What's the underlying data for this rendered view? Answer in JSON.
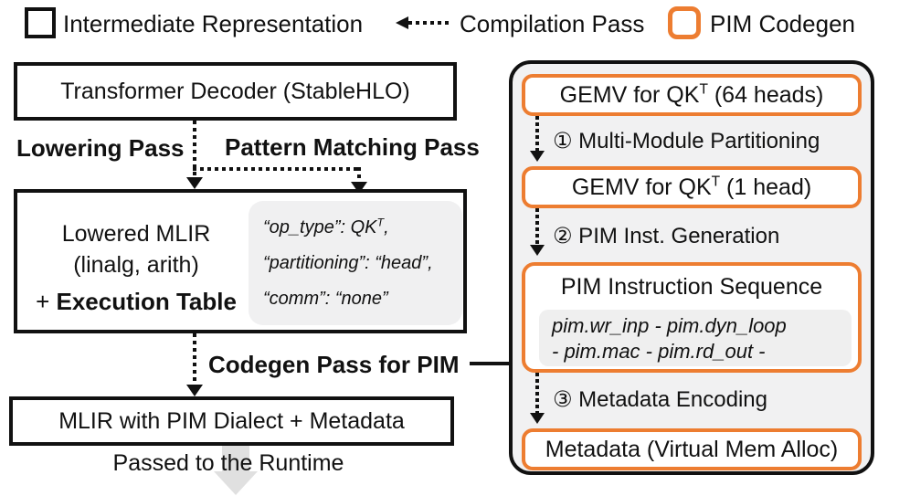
{
  "legend": {
    "ir_label": "Intermediate Representation",
    "pass_label": "Compilation Pass",
    "pim_label": "PIM Codegen"
  },
  "colors": {
    "pim_orange": "#ED7D31",
    "panel_gray": "#F1F1F2",
    "inner_gray": "#EFEFEF",
    "runtime_arrow_gray": "#E0E0E0",
    "line_black": "#111111"
  },
  "left_flow": {
    "box1_label": "Transformer Decoder (StableHLO)",
    "lowering_pass_label": "Lowering Pass",
    "pattern_matching_label": "Pattern Matching Pass",
    "box2": {
      "line1": "Lowered MLIR",
      "line2": "(linalg, arith)",
      "plus": "+ ",
      "bold_label": "Execution Table"
    },
    "execution_table": {
      "l1_pre": "“op_type”: QK",
      "l1_sup": "T",
      "l1_post": ",",
      "l2": "“partitioning”: “head”,",
      "l3": "“comm”: “none”"
    },
    "codegen_pass_label": "Codegen Pass for PIM",
    "box3_label": "MLIR with PIM Dialect + Metadata",
    "runtime_label": "Passed to the Runtime"
  },
  "right_flow": {
    "boxA": {
      "pre": "GEMV for QK",
      "sup": "T",
      "post": " (64 heads)"
    },
    "step1_label": "① Multi-Module Partitioning",
    "boxB": {
      "pre": "GEMV for QK",
      "sup": "T",
      "post": " (1 head)"
    },
    "step2_label": "② PIM Inst. Generation",
    "boxC_title": "PIM Instruction Sequence",
    "boxC_code_line1": "pim.wr_inp - pim.dyn_loop",
    "boxC_code_line2": "- pim.mac - pim.rd_out -",
    "step3_label": "③ Metadata Encoding",
    "boxD_label": "Metadata (Virtual Mem Alloc)"
  }
}
